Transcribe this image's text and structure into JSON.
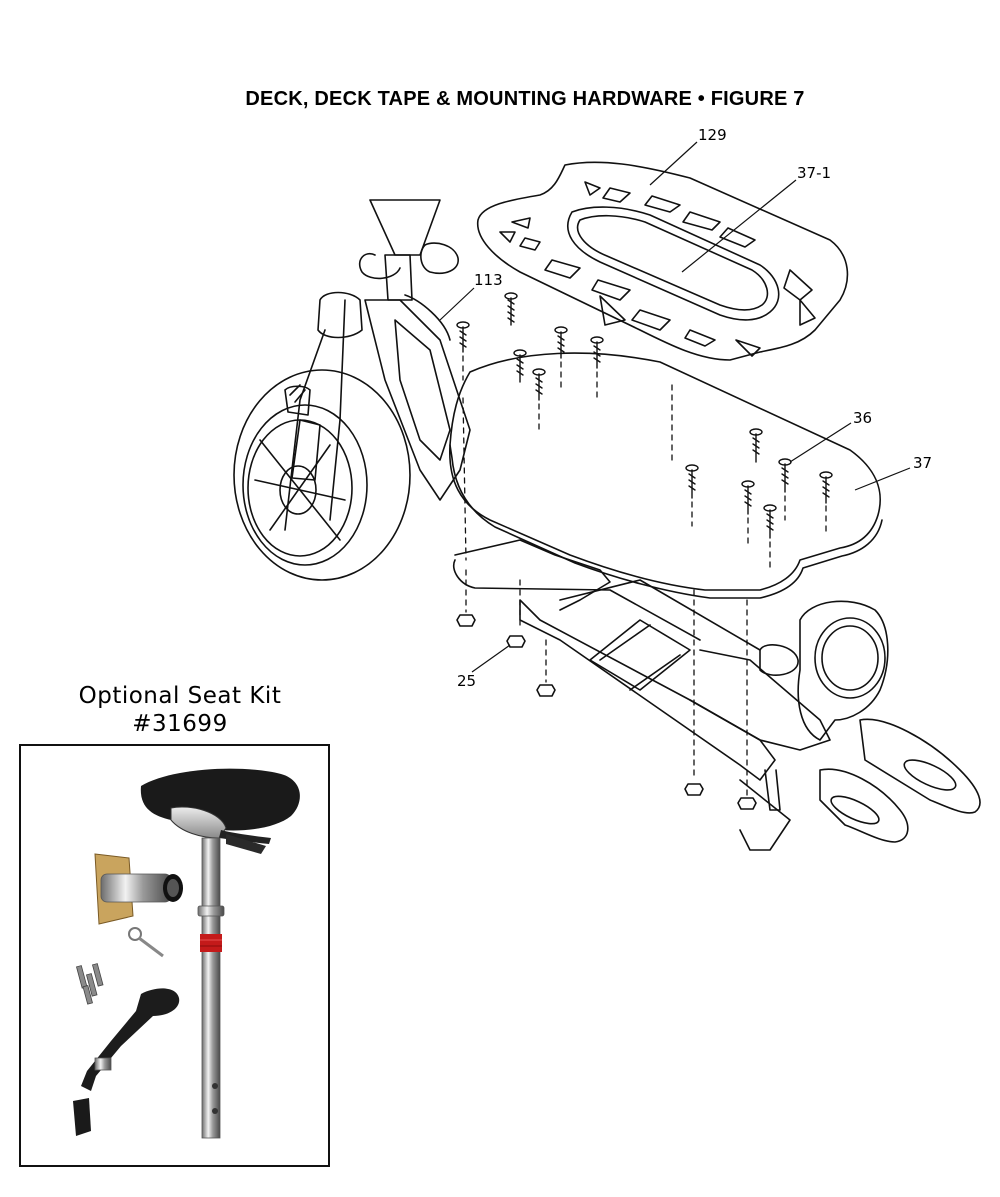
{
  "figure": {
    "title": "DECK, DECK TAPE & MOUNTING HARDWARE  •  FIGURE 7"
  },
  "callouts": {
    "c129": "129",
    "c37_1": "37-1",
    "c113": "113",
    "c36": "36",
    "c37": "37",
    "c25": "25"
  },
  "seat_kit": {
    "line1": "Optional  Seat  Kit",
    "line2": "#31699"
  }
}
